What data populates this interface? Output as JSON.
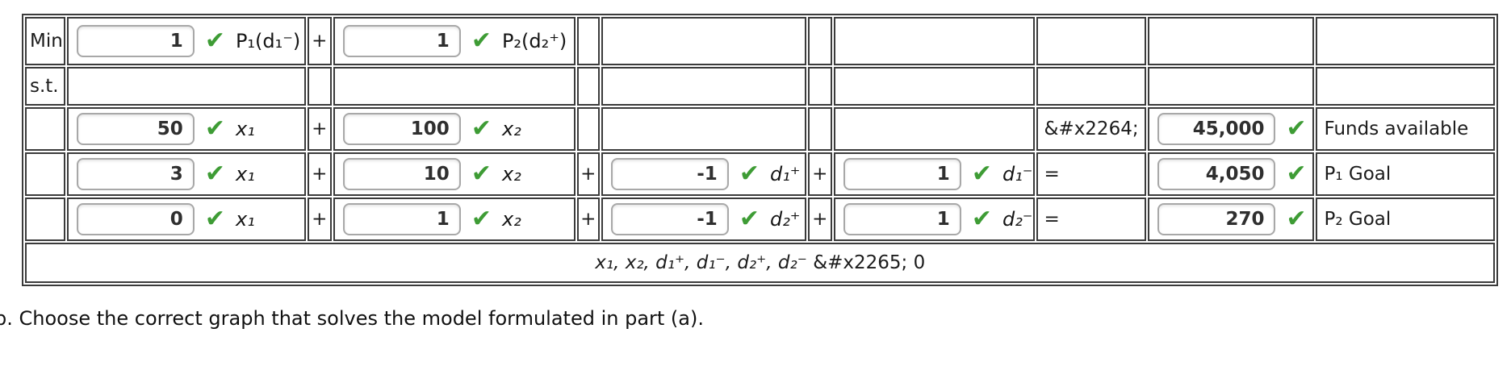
{
  "icons": {
    "check": "✔"
  },
  "symbols": {
    "plus": "+"
  },
  "colors": {
    "check_green": "#3e9c35",
    "grid_border": "#3b3b3b"
  },
  "model_table": {
    "objective": {
      "row_label": "Min",
      "term1": {
        "coefficient": "1",
        "variable": "P₁(d₁⁻)"
      },
      "term2": {
        "coefficient": "1",
        "variable": "P₂(d₂⁺)"
      }
    },
    "subject_to_label": "s.t.",
    "constraints": [
      {
        "term1": {
          "coefficient": "50",
          "variable": "x₁"
        },
        "term2": {
          "coefficient": "100",
          "variable": "x₂"
        },
        "relation": "&#x2264;",
        "rhs": "45,000",
        "name": "Funds available"
      },
      {
        "term1": {
          "coefficient": "3",
          "variable": "x₁"
        },
        "term2": {
          "coefficient": "10",
          "variable": "x₂"
        },
        "term3": {
          "coefficient": "-1",
          "variable": "d₁⁺"
        },
        "term4": {
          "coefficient": "1",
          "variable": "d₁⁻"
        },
        "relation": "=",
        "rhs": "4,050",
        "name": "P₁ Goal"
      },
      {
        "term1": {
          "coefficient": "0",
          "variable": "x₁"
        },
        "term2": {
          "coefficient": "1",
          "variable": "x₂"
        },
        "term3": {
          "coefficient": "-1",
          "variable": "d₂⁺"
        },
        "term4": {
          "coefficient": "1",
          "variable": "d₂⁻"
        },
        "relation": "=",
        "rhs": "270",
        "name": "P₂ Goal"
      }
    ],
    "nonnegativity": {
      "variables": "x₁, x₂, d₁⁺, d₁⁻, d₂⁺, d₂⁻",
      "relation": "&#x2265; 0"
    }
  },
  "instruction": "b. Choose the correct graph that solves the model formulated in part (a)."
}
